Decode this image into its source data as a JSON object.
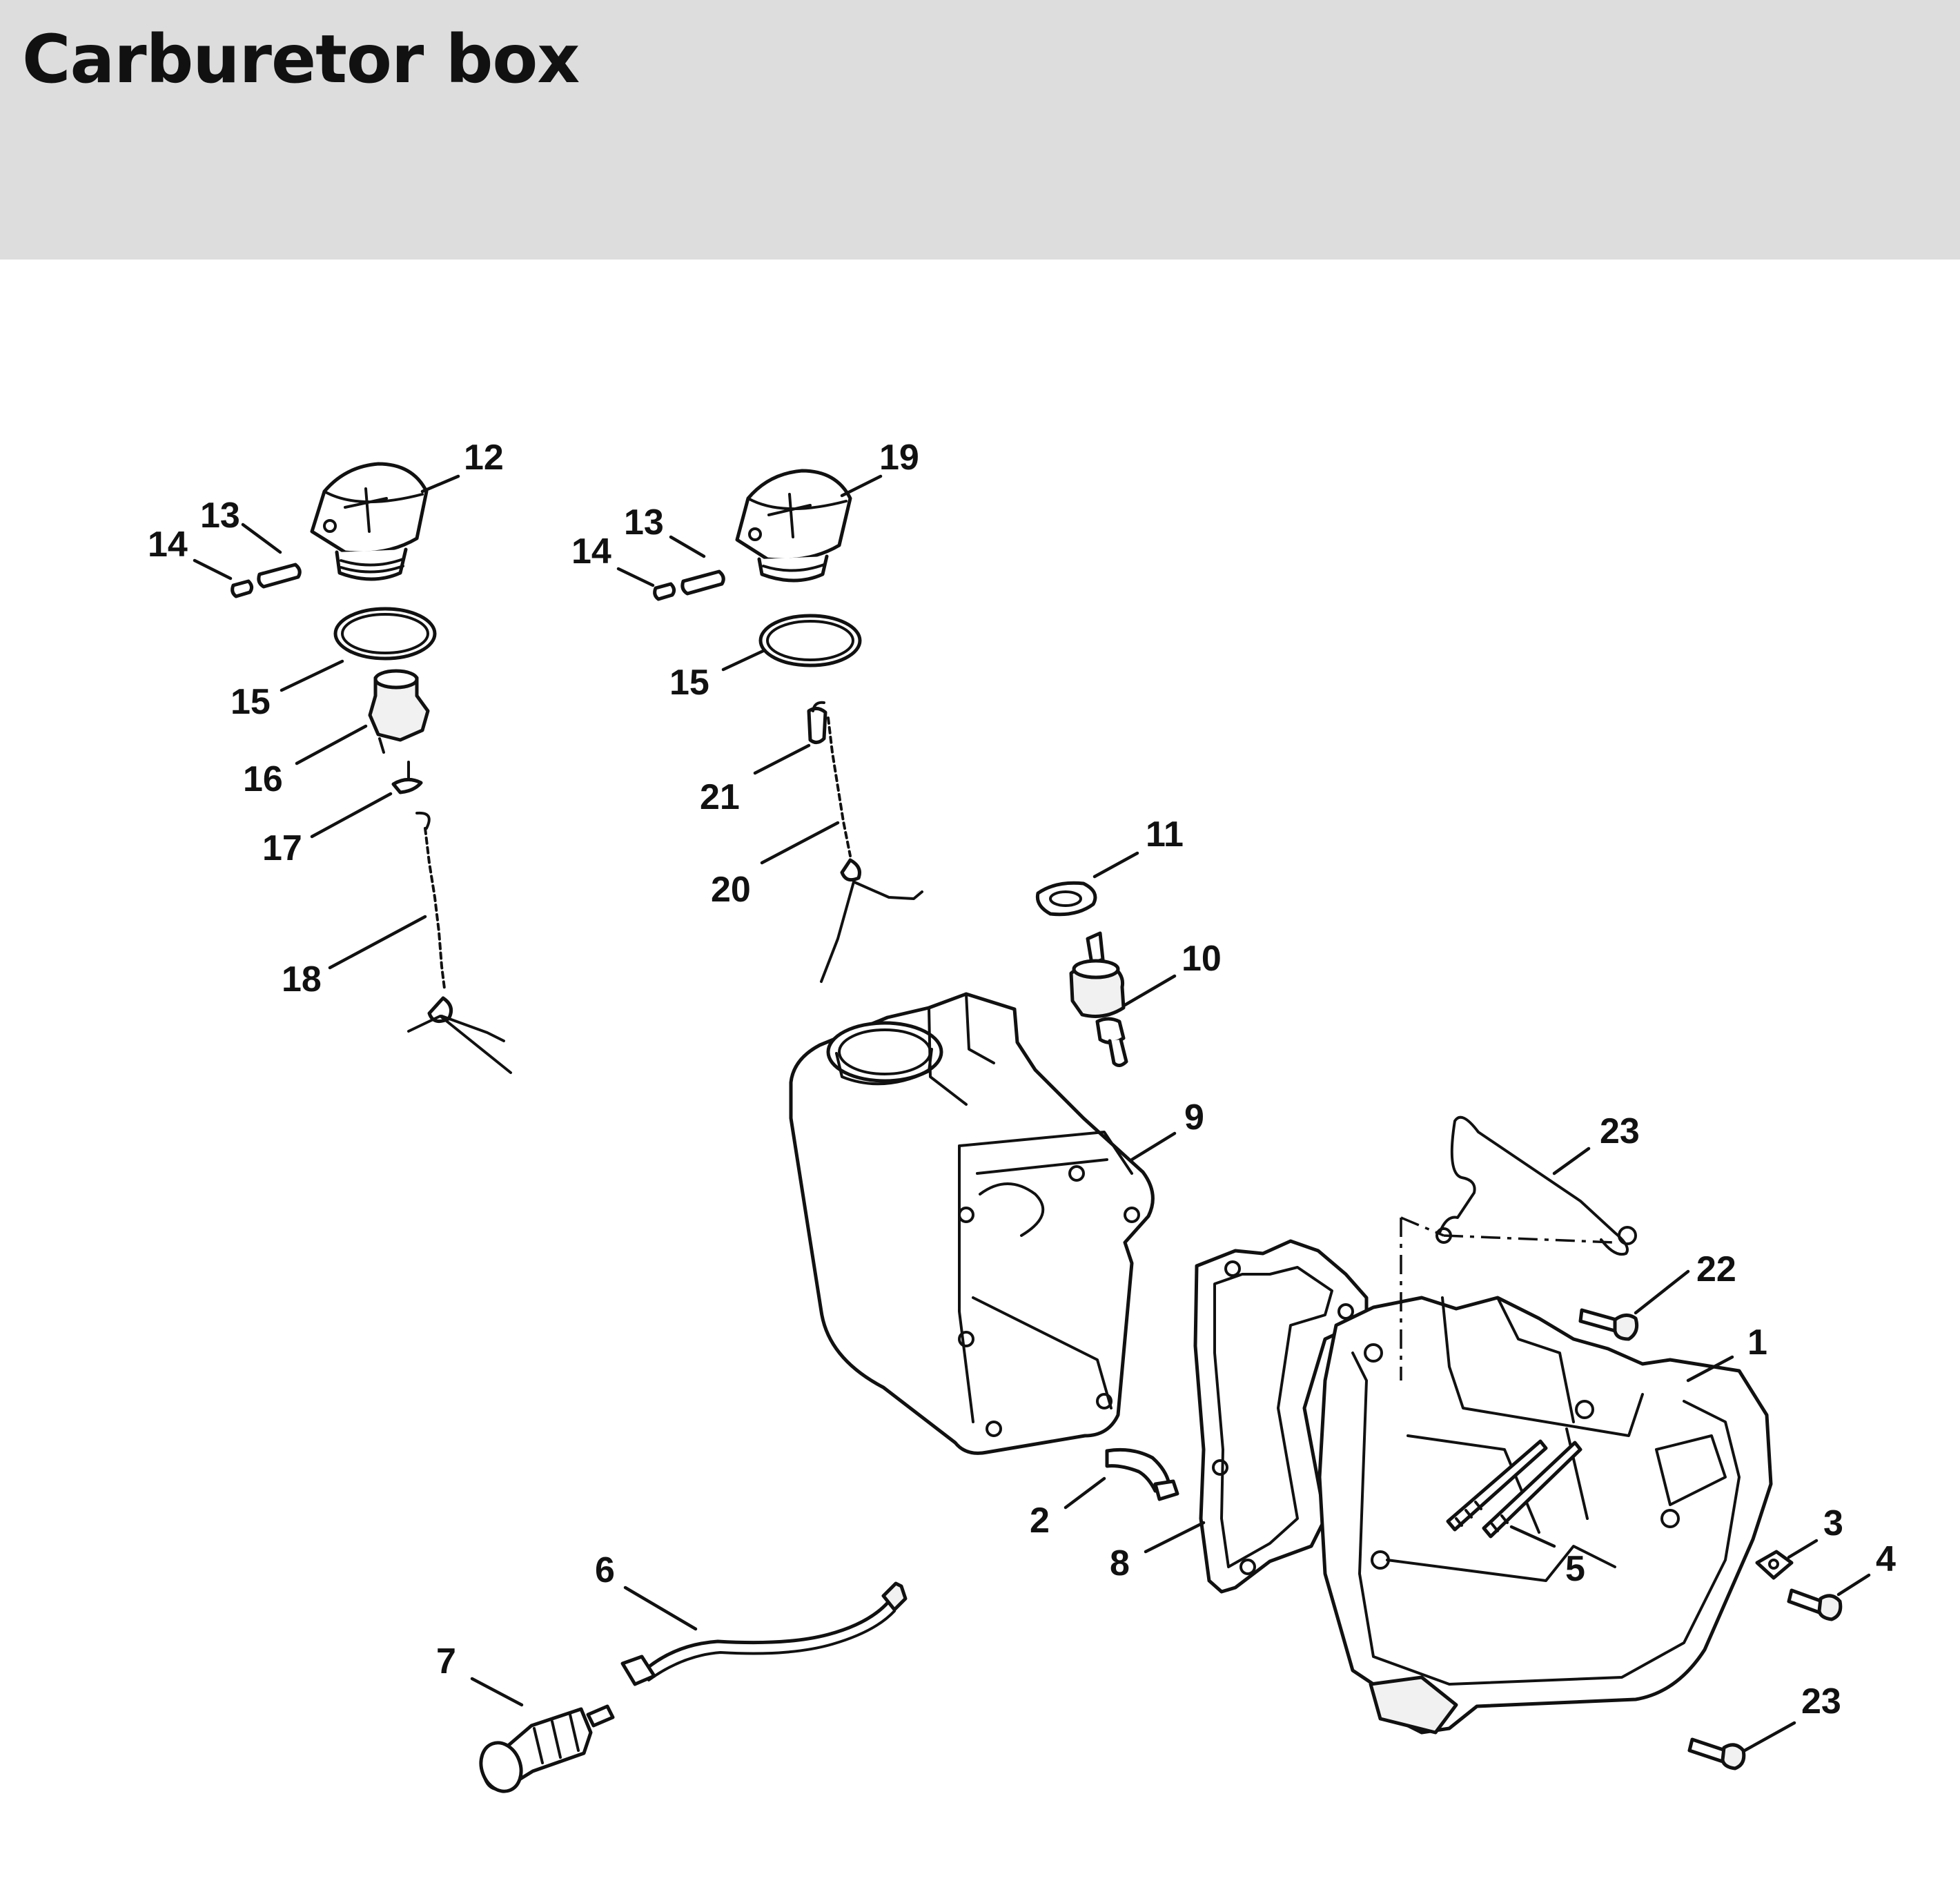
{
  "title": "Carburetor box",
  "colors": {
    "header_bg": "#dcdddc",
    "line": "#111111",
    "background": "#ffffff"
  },
  "callouts": [
    {
      "id": "c12a",
      "label": "12"
    },
    {
      "id": "c13a",
      "label": "13"
    },
    {
      "id": "c14a",
      "label": "14"
    },
    {
      "id": "c15a",
      "label": "15"
    },
    {
      "id": "c16",
      "label": "16"
    },
    {
      "id": "c17",
      "label": "17"
    },
    {
      "id": "c18",
      "label": "18"
    },
    {
      "id": "c19",
      "label": "19"
    },
    {
      "id": "c13b",
      "label": "13"
    },
    {
      "id": "c14b",
      "label": "14"
    },
    {
      "id": "c15b",
      "label": "15"
    },
    {
      "id": "c21",
      "label": "21"
    },
    {
      "id": "c20",
      "label": "20"
    },
    {
      "id": "c11",
      "label": "11"
    },
    {
      "id": "c10",
      "label": "10"
    },
    {
      "id": "c9",
      "label": "9"
    },
    {
      "id": "c23a",
      "label": "23"
    },
    {
      "id": "c22",
      "label": "22"
    },
    {
      "id": "c1",
      "label": "1"
    },
    {
      "id": "c2",
      "label": "2"
    },
    {
      "id": "c8",
      "label": "8"
    },
    {
      "id": "c5",
      "label": "5"
    },
    {
      "id": "c3",
      "label": "3"
    },
    {
      "id": "c4",
      "label": "4"
    },
    {
      "id": "c23b",
      "label": "23"
    },
    {
      "id": "c6",
      "label": "6"
    },
    {
      "id": "c7",
      "label": "7"
    }
  ]
}
